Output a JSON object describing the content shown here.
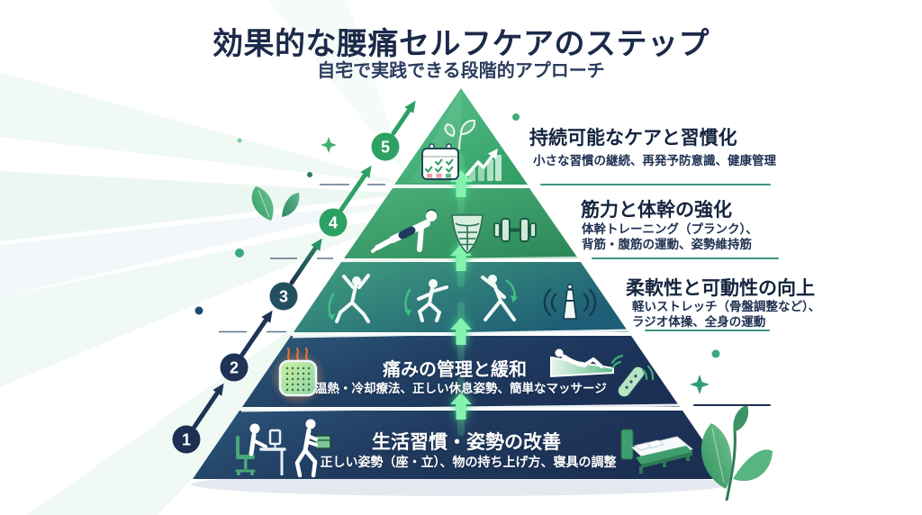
{
  "header": {
    "title": "効果的な腰痛セルフケアのステップ",
    "subtitle": "自宅で実践できる段階的アプローチ"
  },
  "levels": [
    {
      "num": "1",
      "heading": "生活習慣・姿勢の改善",
      "desc1": "正しい姿勢（座・立）、物の持ち上げ方、寝具の調整",
      "label_placement": "inside-pyramid",
      "icons": [
        "desk-posture-icon",
        "box-lifting-icon",
        "bed-icon"
      ]
    },
    {
      "num": "2",
      "heading": "痛みの管理と緩和",
      "desc1": "温熱・冷却療法、正しい休息姿勢、簡単なマッサージ",
      "label_placement": "inside-pyramid",
      "icons": [
        "heating-pad-icon",
        "resting-person-icon",
        "massager-icon"
      ]
    },
    {
      "num": "3",
      "heading": "柔軟性と可動性の向上",
      "desc1": "軽いストレッチ（骨盤調整など）、",
      "desc2": "ラジオ体操、全身の運動",
      "label_placement": "right-of-pyramid",
      "icons": [
        "overhead-stretch-icon",
        "squat-stretch-icon",
        "side-stretch-icon",
        "radio-exercise-icon"
      ]
    },
    {
      "num": "4",
      "heading": "筋力と体幹の強化",
      "desc1": "体幹トレーニング（プランク）、",
      "desc2": "背筋・腹筋の運動、姿勢維持筋",
      "label_placement": "right-of-pyramid",
      "icons": [
        "plank-icon",
        "core-abs-icon",
        "dumbbell-icon"
      ]
    },
    {
      "num": "5",
      "heading": "持続可能なケアと習慣化",
      "desc1": "小さな習慣の継続、再発予防意識、健康管理",
      "label_placement": "right-of-pyramid",
      "icons": [
        "sprout-icon",
        "habit-calendar-icon",
        "growth-chart-icon"
      ]
    }
  ],
  "colors": {
    "title_navy": "#1c2a4a",
    "tier5_green": "#3fa96d",
    "tier4_green": "#389a67",
    "tier3_teal": "#2e7d77",
    "tier2_navy": "#22456a",
    "tier1_navy": "#1d3256",
    "step_circle_navy": "#1e3356",
    "step_circle_green": "#2da164",
    "glow_arrow_green": "#7df0a8",
    "underline_teal": "#3d9483",
    "heat_glow_orange": "#ff9a4d"
  }
}
